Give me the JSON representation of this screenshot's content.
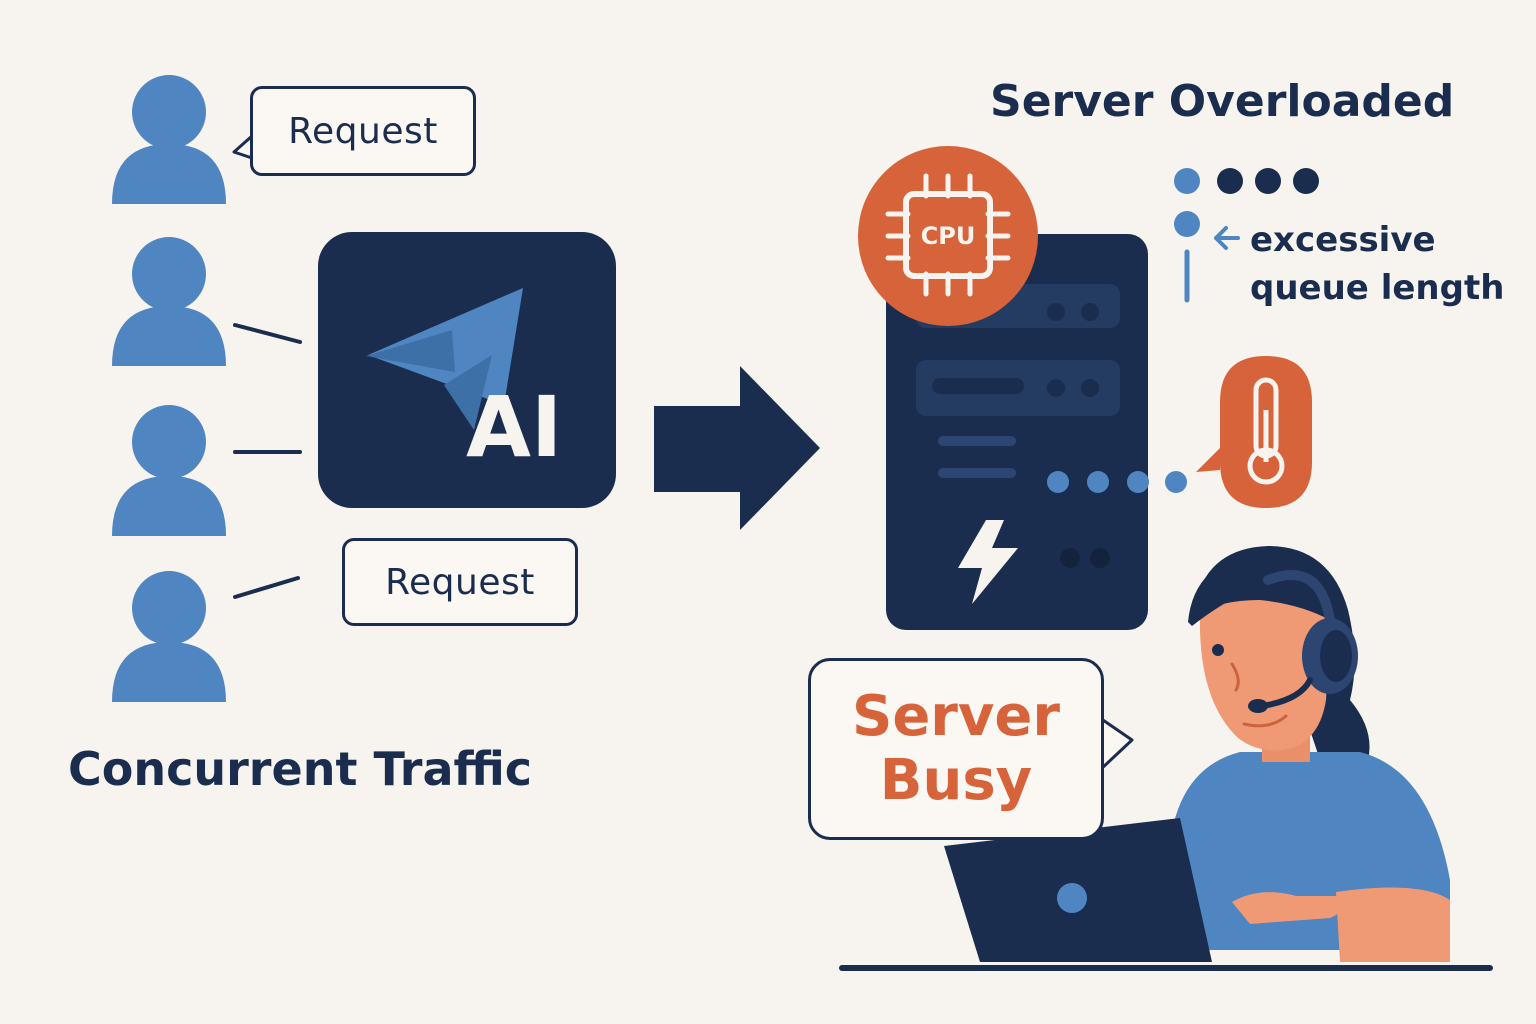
{
  "left": {
    "request_bubbles": [
      "Request",
      "Request"
    ],
    "title": "Concurrent Traffic"
  },
  "gateway": {
    "label": "AI"
  },
  "server": {
    "title": "Server Overloaded",
    "cpu_label": "CPU",
    "queue_note_line1": "excessive",
    "queue_note_line2": "queue length"
  },
  "agent": {
    "message_line1": "Server",
    "message_line2": "Busy"
  },
  "colors": {
    "navy": "#1b2d4f",
    "blue": "#4f86c1",
    "orange": "#d6633a",
    "background": "#f7f3ee"
  },
  "icons": [
    "user-icon",
    "ai-logo-icon",
    "arrow-right-icon",
    "server-rack-icon",
    "cpu-icon",
    "thermometer-icon",
    "lightning-icon",
    "headset-icon",
    "laptop-icon"
  ]
}
